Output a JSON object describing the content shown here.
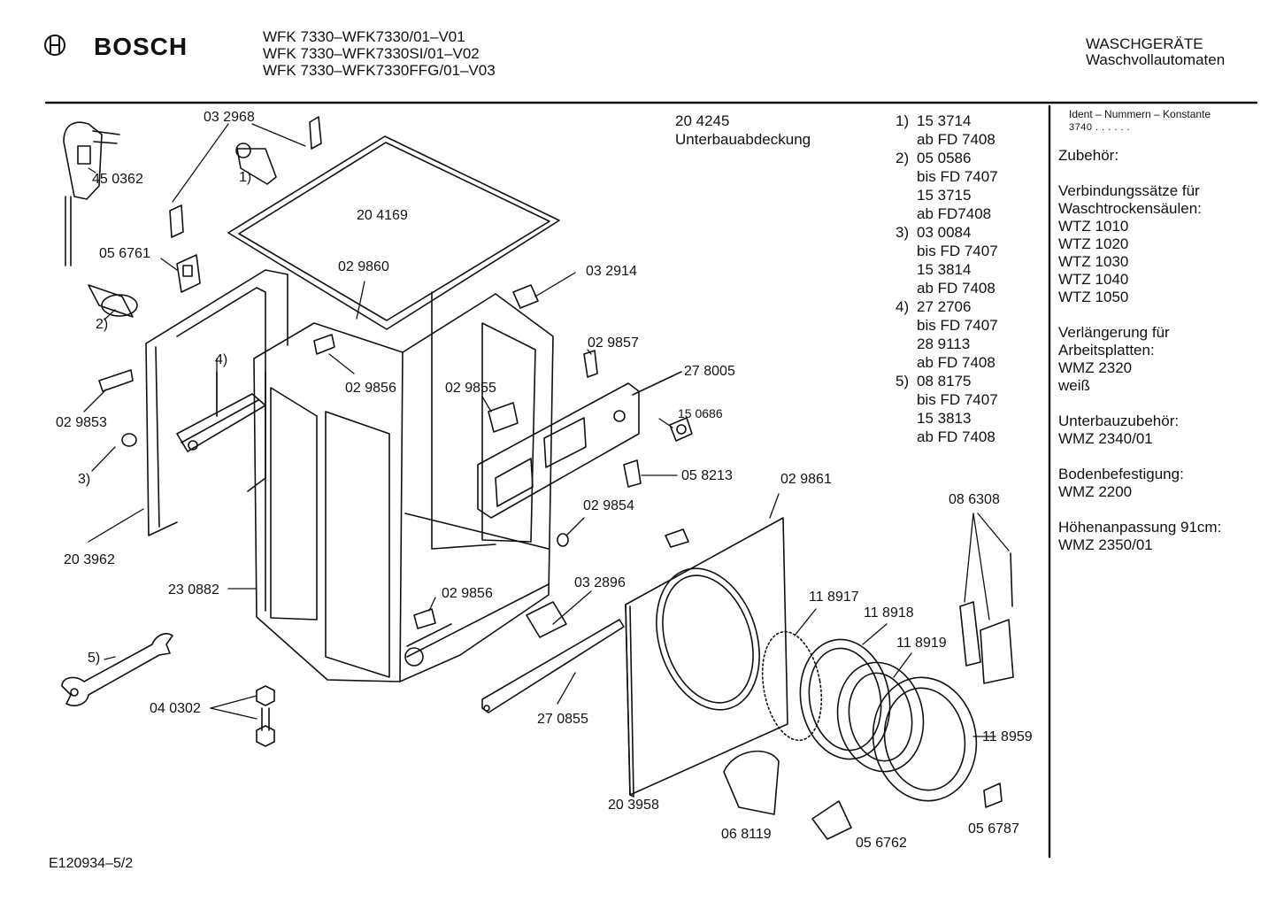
{
  "header": {
    "brand": "BOSCH",
    "models": [
      "WFK 7330–WFK7330/01–V01",
      "WFK 7330–WFK7330SI/01–V02",
      "WFK 7330–WFK7330FFG/01–V03"
    ],
    "category": "WASCHGERÄTE",
    "subcategory": "Waschvollautomaten"
  },
  "parts": {
    "p032968": "03 2968",
    "p450362": "45 0362",
    "callout1": "1)",
    "p056761": "05 6761",
    "callout2": "2)",
    "callout4": "4)",
    "p029853": "02 9853",
    "callout3": "3)",
    "p203962": "20 3962",
    "p230882": "23 0882",
    "callout5": "5)",
    "p040302": "04 0302",
    "p204169": "20 4169",
    "p029860": "02 9860",
    "p029856a": "02 9856",
    "p029855": "02 9855",
    "p032914": "03 2914",
    "p029857": "02 9857",
    "p278005": "27 8005",
    "p150686": "15 0686",
    "p058213": "05 8213",
    "p029854": "02 9854",
    "p029856b": "02 9856",
    "p032896": "03 2896",
    "p270855": "27 0855",
    "p029861": "02 9861",
    "p203958": "20 3958",
    "p068119": "06 8119",
    "p056762": "05 6762",
    "p118917": "11 8917",
    "p118918": "11 8918",
    "p118919": "11 8919",
    "p118959": "11 8959",
    "p086308": "08 6308",
    "p056787": "05 6787"
  },
  "cover": {
    "number": "20 4245",
    "name": "Unterbauabdeckung"
  },
  "notes": [
    [
      "1)",
      "15 3714"
    ],
    [
      "",
      "ab FD 7408"
    ],
    [
      "2)",
      "05 0586"
    ],
    [
      "",
      "bis FD 7407"
    ],
    [
      "",
      "15 3715"
    ],
    [
      "",
      "ab FD7408"
    ],
    [
      "3)",
      "03 0084"
    ],
    [
      "",
      "bis FD 7407"
    ],
    [
      "",
      "15 3814"
    ],
    [
      "",
      "ab FD 7408"
    ],
    [
      "4)",
      "27 2706"
    ],
    [
      "",
      "bis FD 7407"
    ],
    [
      "",
      "28 9113"
    ],
    [
      "",
      "ab FD 7408"
    ],
    [
      "5)",
      "08 8175"
    ],
    [
      "",
      "bis FD 7407"
    ],
    [
      "",
      "15 3813"
    ],
    [
      "",
      "ab FD 7408"
    ]
  ],
  "sidebar": {
    "ident_title": "Ident – Nummern – Konstante",
    "ident_value": "3740 . . . . . .",
    "lines": [
      "Zubehör:",
      "",
      "Verbindungssätze für",
      "Waschtrockensäulen:",
      "WTZ 1010",
      "WTZ 1020",
      "WTZ 1030",
      "WTZ 1040",
      "WTZ 1050",
      "",
      "Verlängerung für",
      "Arbeitsplatten:",
      "WMZ 2320",
      "weiß",
      "",
      "Unterbauzubehör:",
      "WMZ 2340/01",
      "",
      "Bodenbefestigung:",
      "WMZ 2200",
      "",
      "Höhenanpassung  91cm:",
      "WMZ 2350/01"
    ]
  },
  "footer": {
    "drawing_id": "E120934–5/2"
  }
}
